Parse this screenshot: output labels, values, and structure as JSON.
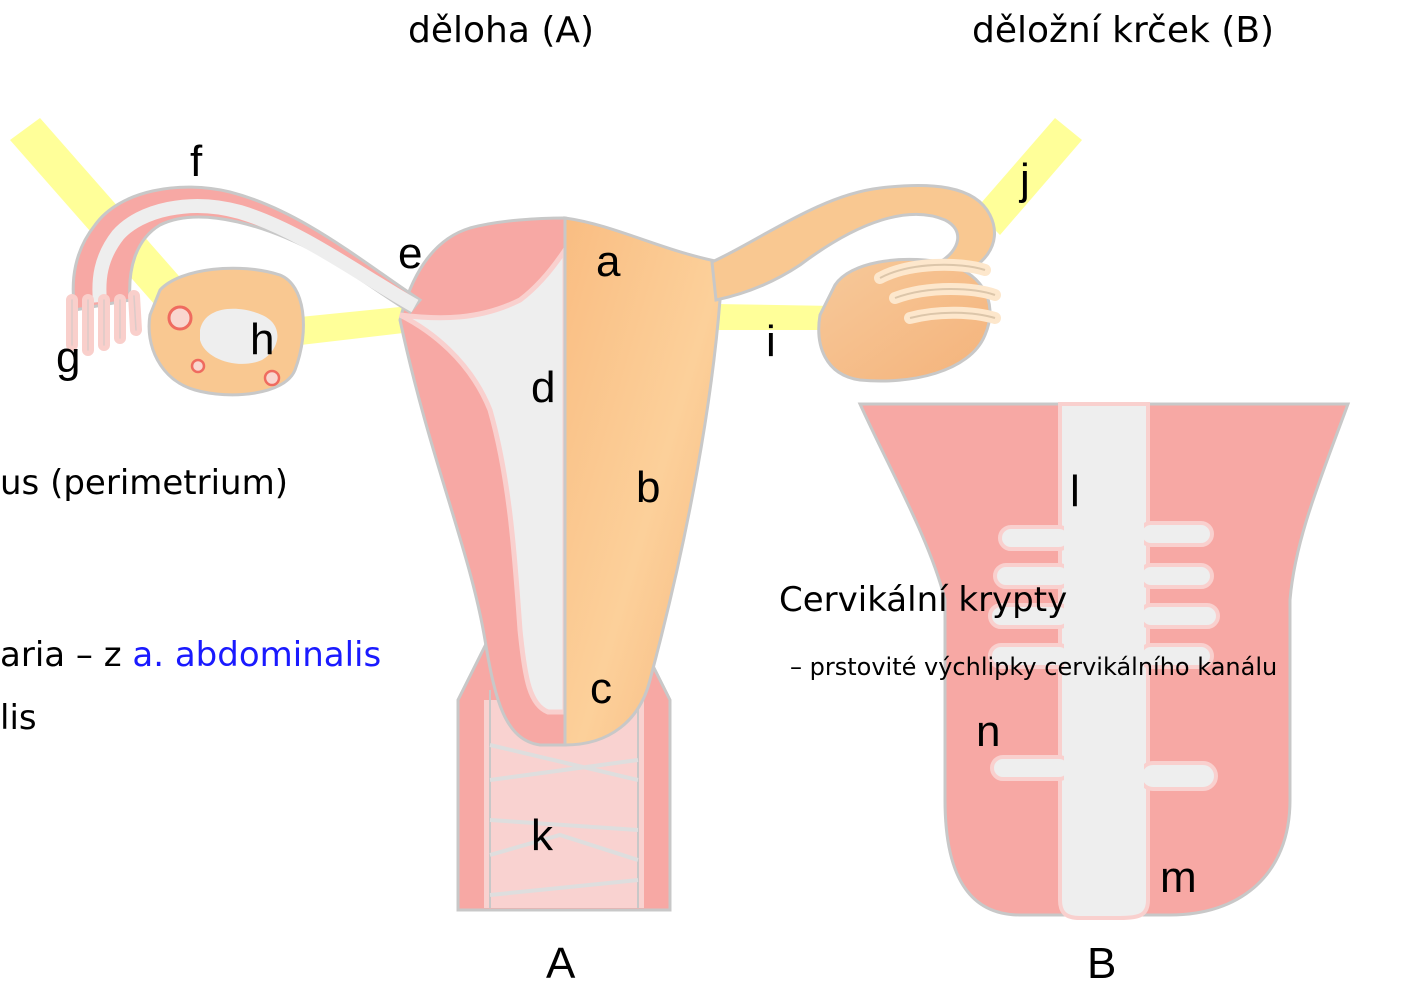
{
  "titles": {
    "uterus": "děloha   (A)",
    "cervix": "děložní krček  (B)"
  },
  "left_text": {
    "line1": "us (perimetrium)",
    "line2_prefix": "aria – z ",
    "line2_link": "a. abdominalis",
    "line3": "lis"
  },
  "crypts": {
    "title": "Cervikální krypty",
    "desc": "– prstovité výchlipky cervikálního kanálu"
  },
  "labels": {
    "a": "a",
    "b": "b",
    "c": "c",
    "d": "d",
    "e": "e",
    "f": "f",
    "g": "g",
    "h": "h",
    "i": "i",
    "j": "j",
    "k": "k",
    "l": "l",
    "m": "m",
    "n": "n"
  },
  "figure_labels": {
    "A": "A",
    "B": "B"
  },
  "colors": {
    "ligament_yellow": "#ffff99",
    "muscle_pink": "#f7a8a4",
    "outline_grey": "#c8c8c8",
    "lumen_grey": "#ececec",
    "peach": "#f9bf85",
    "light_pink": "#f9d2d0",
    "link_blue": "#1a1aff"
  }
}
